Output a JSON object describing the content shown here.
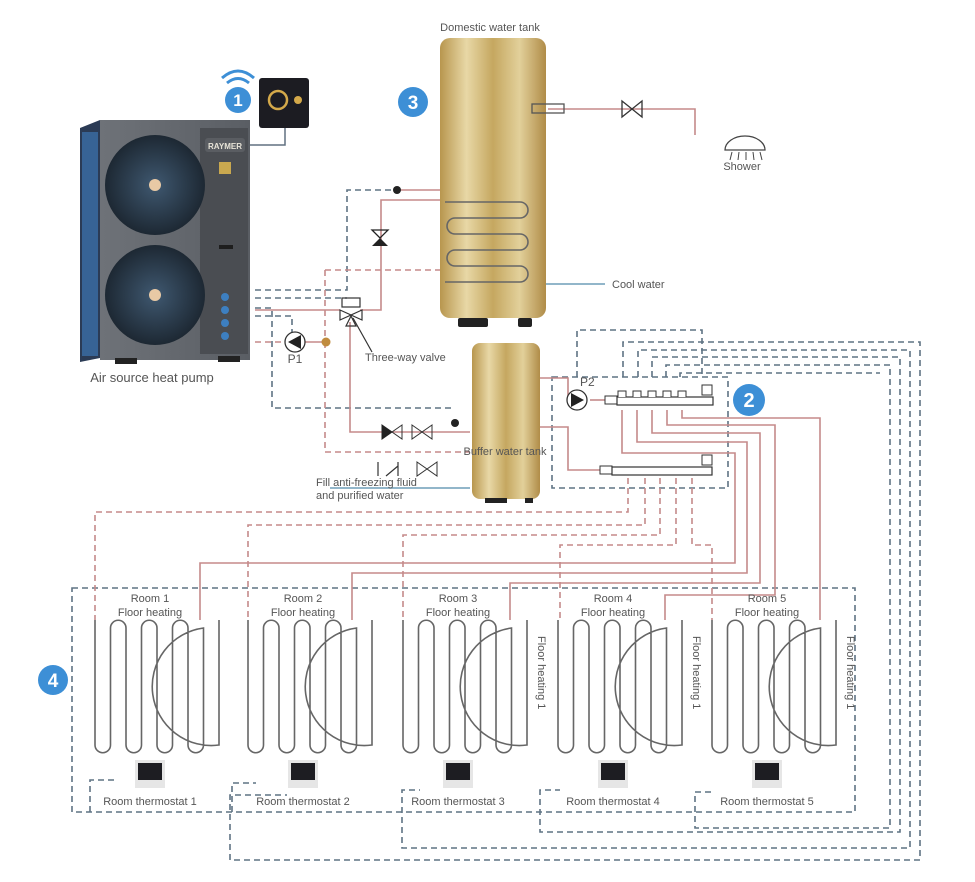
{
  "title": "Air source heat pump floor heating and domestic hot water system",
  "badges": [
    {
      "number": "1",
      "refers_to": "controller"
    },
    {
      "number": "2",
      "refers_to": "manifold"
    },
    {
      "number": "3",
      "refers_to": "domestic water tank"
    },
    {
      "number": "4",
      "refers_to": "rooms"
    }
  ],
  "badge_color": "#3d8fd6",
  "tank_color": "#c9ad6a",
  "pipe_hot_color": "#c58a8a",
  "wire_color": "#5f7384",
  "heat_pump": {
    "label": "Air source heat pump",
    "brand": "RAYMER"
  },
  "controller": {
    "icon": "wifi-icon"
  },
  "domestic_tank": {
    "label": "Domestic water tank"
  },
  "buffer_tank": {
    "label": "Buffer water tank"
  },
  "shower": {
    "label": "Shower"
  },
  "cool_water": {
    "label": "Cool water"
  },
  "pumps": [
    {
      "label": "P1"
    },
    {
      "label": "P2"
    }
  ],
  "three_way_valve": {
    "label": "Three-way valve"
  },
  "fill": {
    "line1": "Fill anti-freezing fluid",
    "line2": "and purified water"
  },
  "rooms": [
    {
      "name": "Room 1",
      "type": "Floor heating",
      "thermostat": "Room thermostat 1",
      "side_label": ""
    },
    {
      "name": "Room 2",
      "type": "Floor heating",
      "thermostat": "Room thermostat 2",
      "side_label": ""
    },
    {
      "name": "Room 3",
      "type": "Floor heating",
      "thermostat": "Room thermostat 3",
      "side_label": "Floor heating 1"
    },
    {
      "name": "Room 4",
      "type": "Floor heating",
      "thermostat": "Room thermostat 4",
      "side_label": "Floor heating 1"
    },
    {
      "name": "Room 5",
      "type": "Floor heating",
      "thermostat": "Room thermostat 5",
      "side_label": "Floor heating 1"
    }
  ]
}
